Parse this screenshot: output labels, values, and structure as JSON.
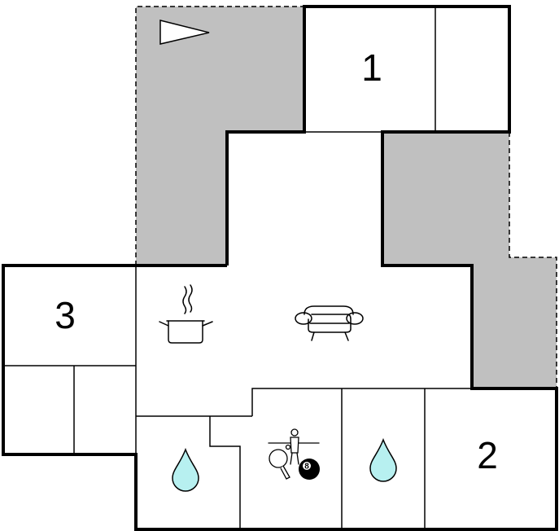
{
  "floorplan": {
    "rooms": [
      {
        "label": "1"
      },
      {
        "label": "2"
      },
      {
        "label": "3"
      }
    ],
    "icons": [
      "north-arrow-icon",
      "cooking-pot-icon",
      "sofa-icon",
      "water-drop-icon",
      "table-tennis-icon",
      "foosball-icon",
      "billiard-ball-icon"
    ],
    "billiard_ball_label": "8",
    "colors": {
      "wall": "#000000",
      "terrace": "#c0c0c0",
      "water": "#b7f0f0",
      "background": "#ffffff"
    }
  }
}
